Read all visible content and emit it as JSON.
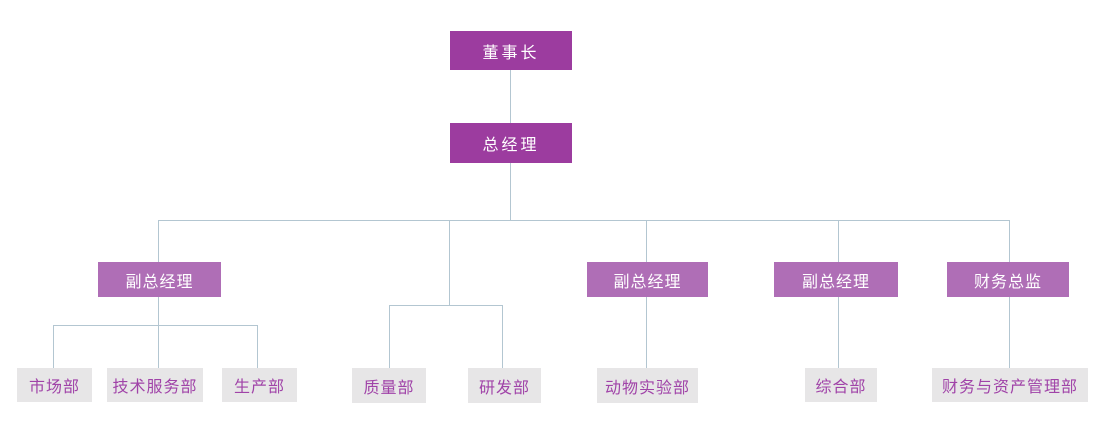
{
  "diagram": {
    "type": "org-chart",
    "colors": {
      "background": "#FFFFFF",
      "executive_fill": "#9C3C9F",
      "executive_text": "#FFFFFF",
      "manager_fill": "#AF6EB6",
      "manager_text": "#FFFFFF",
      "department_fill": "#E7E6E7",
      "department_text": "#A043A8",
      "connector": "#B3C6D1"
    },
    "nodes": {
      "chairman": {
        "label": "董事长"
      },
      "general_manager": {
        "label": "总经理"
      },
      "deputy_gm_1": {
        "label": "副总经理"
      },
      "deputy_gm_2": {
        "label": "副总经理"
      },
      "deputy_gm_3": {
        "label": "副总经理"
      },
      "finance_director": {
        "label": "财务总监"
      },
      "marketing": {
        "label": "市场部"
      },
      "tech_service": {
        "label": "技术服务部"
      },
      "production": {
        "label": "生产部"
      },
      "quality": {
        "label": "质量部"
      },
      "rnd": {
        "label": "研发部"
      },
      "animal_lab": {
        "label": "动物实验部"
      },
      "general_affairs": {
        "label": "综合部"
      },
      "finance_asset_mgmt": {
        "label": "财务与资产管理部"
      }
    },
    "hierarchy": {
      "chairman": [
        "general_manager"
      ],
      "general_manager": [
        "deputy_gm_1",
        "quality_rnd_branch",
        "deputy_gm_2",
        "deputy_gm_3",
        "finance_director"
      ],
      "deputy_gm_1": [
        "marketing",
        "tech_service",
        "production"
      ],
      "quality_rnd_branch": [
        "quality",
        "rnd"
      ],
      "deputy_gm_2": [
        "animal_lab"
      ],
      "deputy_gm_3": [
        "general_affairs"
      ],
      "finance_director": [
        "finance_asset_mgmt"
      ]
    }
  }
}
